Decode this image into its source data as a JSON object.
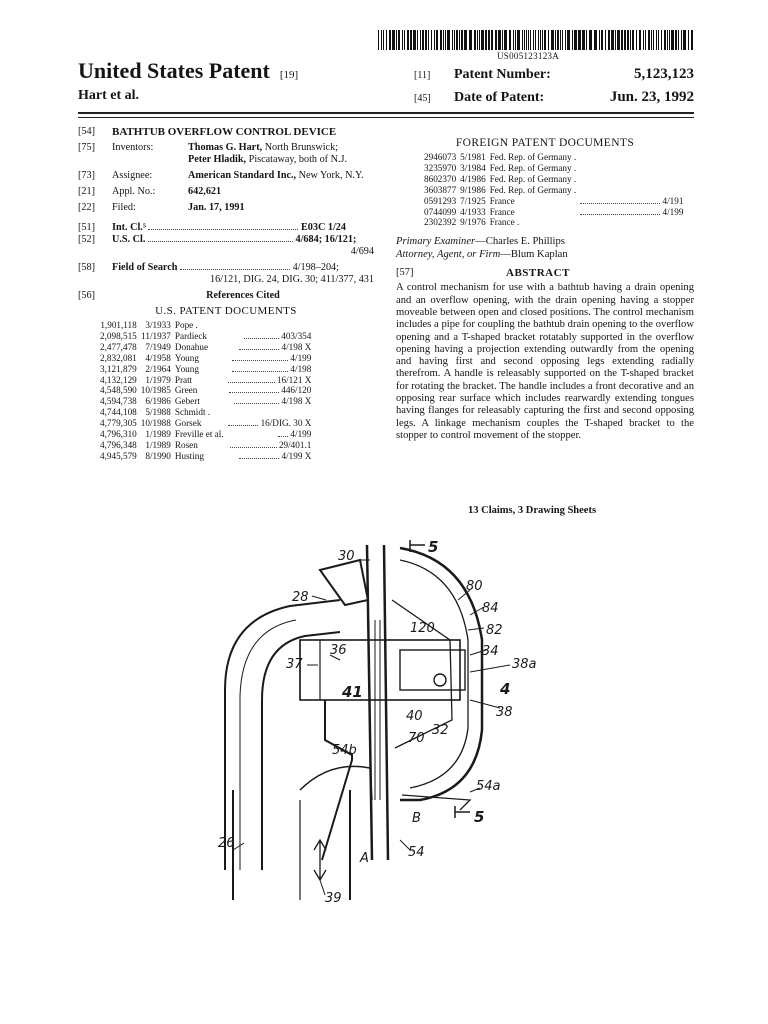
{
  "header": {
    "publication_number": "US005123123A",
    "title": "United States Patent",
    "title_tag": "[19]",
    "inventors_short": "Hart et al.",
    "patent_number_tag": "[11]",
    "patent_number_label": "Patent Number:",
    "patent_number": "5,123,123",
    "date_tag": "[45]",
    "date_label": "Date of Patent:",
    "date": "Jun. 23, 1992"
  },
  "biblio": {
    "title_tag": "[54]",
    "title": "BATHTUB OVERFLOW CONTROL DEVICE",
    "inventors_tag": "[75]",
    "inventors_label": "Inventors:",
    "inventor1_name": "Thomas G. Hart,",
    "inventor1_rest": " North Brunswick;",
    "inventor2_name": "Peter Hladik,",
    "inventor2_rest": " Piscataway, both of N.J.",
    "assignee_tag": "[73]",
    "assignee_label": "Assignee:",
    "assignee_name": "American Standard Inc.,",
    "assignee_rest": " New York, N.Y.",
    "appl_tag": "[21]",
    "appl_label": "Appl. No.:",
    "appl_no": "642,621",
    "filed_tag": "[22]",
    "filed_label": "Filed:",
    "filed": "Jan. 17, 1991",
    "intcl_tag": "[51]",
    "intcl_label": "Int. Cl.⁵",
    "intcl": "E03C 1/24",
    "uscl_tag": "[52]",
    "uscl_label": "U.S. Cl.",
    "uscl": "4/684; 16/121;",
    "uscl2": "4/694",
    "field_tag": "[58]",
    "field_label": "Field of Search",
    "field": "4/198–204;",
    "field2": "16/121, DIG. 24, DIG. 30; 411/377, 431",
    "refs_tag": "[56]",
    "refs_label": "References Cited",
    "us_docs_label": "U.S. PATENT DOCUMENTS"
  },
  "us_patents": [
    {
      "no": "1,901,118",
      "date": "3/1933",
      "name": "Pope .",
      "cls": ""
    },
    {
      "no": "2,098,515",
      "date": "11/1937",
      "name": "Pardieck",
      "cls": "403/354"
    },
    {
      "no": "2,477,478",
      "date": "7/1949",
      "name": "Donahue",
      "cls": "4/198 X"
    },
    {
      "no": "2,832,081",
      "date": "4/1958",
      "name": "Young",
      "cls": "4/199"
    },
    {
      "no": "3,121,879",
      "date": "2/1964",
      "name": "Young",
      "cls": "4/198"
    },
    {
      "no": "4,132,129",
      "date": "1/1979",
      "name": "Pratt",
      "cls": "16/121 X"
    },
    {
      "no": "4,548,590",
      "date": "10/1985",
      "name": "Green",
      "cls": "446/120"
    },
    {
      "no": "4,594,738",
      "date": "6/1986",
      "name": "Gebert",
      "cls": "4/198 X"
    },
    {
      "no": "4,744,108",
      "date": "5/1988",
      "name": "Schmidt .",
      "cls": ""
    },
    {
      "no": "4,779,305",
      "date": "10/1988",
      "name": "Gorsek",
      "cls": "16/DIG. 30 X"
    },
    {
      "no": "4,796,310",
      "date": "1/1989",
      "name": "Freville et al.",
      "cls": "4/199"
    },
    {
      "no": "4,796,348",
      "date": "1/1989",
      "name": "Rosen",
      "cls": "29/401.1"
    },
    {
      "no": "4,945,579",
      "date": "8/1990",
      "name": "Husting",
      "cls": "4/199 X"
    }
  ],
  "foreign": {
    "label": "FOREIGN PATENT DOCUMENTS",
    "rows": [
      {
        "no": "2946073",
        "date": "5/1981",
        "country": "Fed. Rep. of Germany .",
        "cls": ""
      },
      {
        "no": "3235970",
        "date": "3/1984",
        "country": "Fed. Rep. of Germany .",
        "cls": ""
      },
      {
        "no": "8602370",
        "date": "4/1986",
        "country": "Fed. Rep. of Germany .",
        "cls": ""
      },
      {
        "no": "3603877",
        "date": "9/1986",
        "country": "Fed. Rep. of Germany .",
        "cls": ""
      },
      {
        "no": "0591293",
        "date": "7/1925",
        "country": "France",
        "cls": "4/191"
      },
      {
        "no": "0744099",
        "date": "4/1933",
        "country": "France",
        "cls": "4/199"
      },
      {
        "no": "2302392",
        "date": "9/1976",
        "country": "France .",
        "cls": ""
      }
    ]
  },
  "examiner": {
    "primary_label": "Primary Examiner",
    "primary": "—Charles E. Phillips",
    "attorney_label": "Attorney, Agent, or Firm",
    "attorney": "—Blum Kaplan"
  },
  "abstract": {
    "tag": "[57]",
    "label": "ABSTRACT",
    "text": "A control mechanism for use with a bathtub having a drain opening and an overflow opening, with the drain opening having a stopper moveable between open and closed positions. The control mechanism includes a pipe for coupling the bathtub drain opening to the overflow opening and a T-shaped bracket rotatably supported in the overflow opening having a projection extending outwardly from the opening and having first and second opposing legs extending radially therefrom. A handle is releasably supported on the T-shaped bracket for rotating the bracket. The handle includes a front decorative and an opposing rear surface which includes rearwardly extending tongues having flanges for releasably capturing the first and second opposing legs. A linkage mechanism couples the T-shaped bracket to the stopper to control movement of the stopper.",
    "claims": "13 Claims, 3 Drawing Sheets"
  },
  "drawing": {
    "labels": {
      "l30": "30",
      "l5a": "5",
      "l28": "28",
      "l80": "80",
      "l84": "84",
      "l120": "120",
      "l82": "82",
      "l36": "36",
      "l37": "37",
      "l34": "34",
      "l38a": "38a",
      "l41": "41",
      "l4": "4",
      "l38": "38",
      "l40": "40",
      "l32": "32",
      "l70": "70",
      "l54b": "54b",
      "l54a": "54a",
      "lB": "B",
      "l5b": "5",
      "l26": "26",
      "lA": "A",
      "l54": "54",
      "l39": "39"
    }
  }
}
